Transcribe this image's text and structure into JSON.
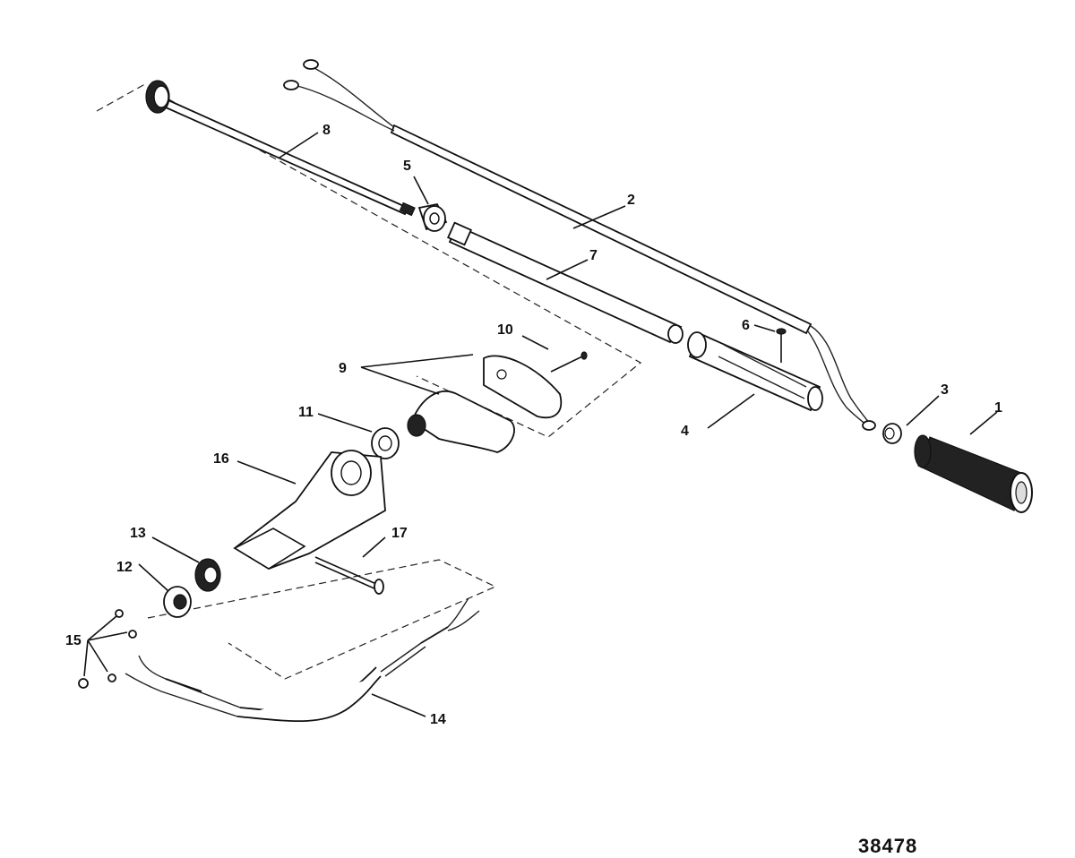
{
  "figure_id": "38478",
  "callouts": [
    {
      "id": "1",
      "text": "1"
    },
    {
      "id": "2",
      "text": "2"
    },
    {
      "id": "3",
      "text": "3"
    },
    {
      "id": "4",
      "text": "4"
    },
    {
      "id": "5",
      "text": "5"
    },
    {
      "id": "6",
      "text": "6"
    },
    {
      "id": "7",
      "text": "7"
    },
    {
      "id": "8",
      "text": "8"
    },
    {
      "id": "9",
      "text": "9"
    },
    {
      "id": "10",
      "text": "10"
    },
    {
      "id": "11",
      "text": "11"
    },
    {
      "id": "12",
      "text": "12"
    },
    {
      "id": "13",
      "text": "13"
    },
    {
      "id": "14",
      "text": "14"
    },
    {
      "id": "15",
      "text": "15"
    },
    {
      "id": "16",
      "text": "16"
    },
    {
      "id": "17",
      "text": "17"
    }
  ]
}
